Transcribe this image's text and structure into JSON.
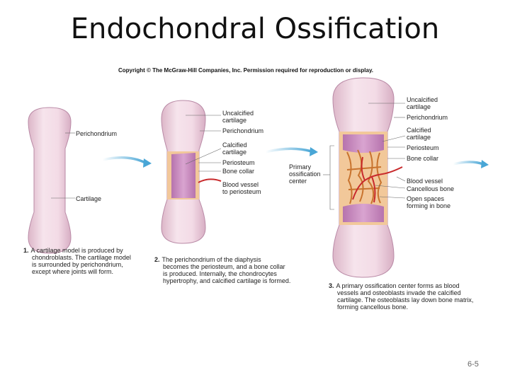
{
  "slide": {
    "title": "Endochondral Ossification",
    "copyright": "Copyright © The McGraw-Hill Companies, Inc. Permission required for reproduction or display.",
    "page_number": "6-5"
  },
  "colors": {
    "cartilage": "#f1d6e2",
    "calcified_cartilage": "#c98fc2",
    "bone_collar": "#f2c89a",
    "blood_vessel": "#c8292b",
    "arrow": "#5aaed8"
  },
  "stage1": {
    "labels": {
      "perichondrium": "Perichondrium",
      "cartilage": "Cartilage"
    },
    "caption_number": "1.",
    "caption_lines": [
      "A cartilage model is produced by",
      "chondroblasts. The cartilage model",
      "is surrounded by perichondrium,",
      "except where joints will form."
    ]
  },
  "stage2": {
    "labels": {
      "uncalcified_cartilage": [
        "Uncalcified",
        "cartilage"
      ],
      "perichondrium": "Perichondrium",
      "calcified_cartilage": [
        "Calcified",
        "cartilage"
      ],
      "periosteum": "Periosteum",
      "bone_collar": "Bone collar",
      "blood_vessel": [
        "Blood vessel",
        "to periosteum"
      ]
    },
    "caption_number": "2.",
    "caption_lines": [
      "The perichondrium of the diaphysis",
      "becomes the periosteum, and a bone collar",
      "is produced. Internally, the chondrocytes",
      "hypertrophy, and calcified cartilage is formed."
    ]
  },
  "stage3": {
    "labels": {
      "primary_ossification_center": [
        "Primary",
        "ossification",
        "center"
      ],
      "uncalcified_cartilage": [
        "Uncalcified",
        "cartilage"
      ],
      "perichondrium": "Perichondrium",
      "calcified_cartilage": [
        "Calcified",
        "cartilage"
      ],
      "periosteum": "Periosteum",
      "bone_collar": "Bone collar",
      "blood_vessel": "Blood vessel",
      "cancellous_bone": "Cancellous bone",
      "open_spaces": [
        "Open spaces",
        "forming in bone"
      ]
    },
    "caption_number": "3.",
    "caption_lines": [
      "A primary ossification center forms as blood",
      "vessels and osteoblasts invade the calcified",
      "cartilage. The osteoblasts lay down bone matrix,",
      "forming cancellous bone."
    ]
  }
}
